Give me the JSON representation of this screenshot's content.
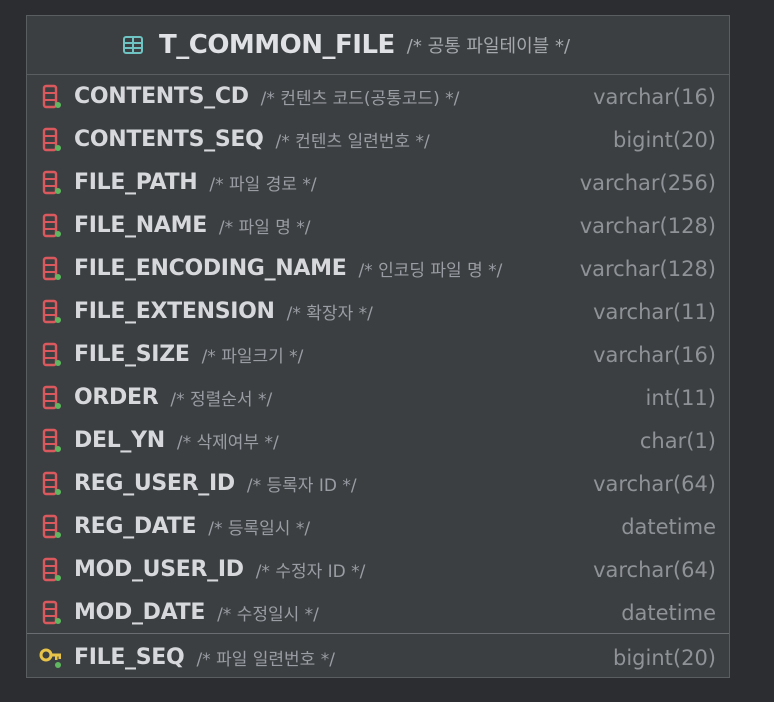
{
  "table": {
    "name": "T_COMMON_FILE",
    "comment": "/* 공통 파일테이블 */",
    "icon": "table-icon"
  },
  "columns": [
    {
      "name": "CONTENTS_CD",
      "comment": "/* 컨텐츠 코드(공통코드) */",
      "type": "varchar(16)",
      "icon": "column-icon"
    },
    {
      "name": "CONTENTS_SEQ",
      "comment": "/* 컨텐츠 일련번호 */",
      "type": "bigint(20)",
      "icon": "column-icon"
    },
    {
      "name": "FILE_PATH",
      "comment": "/* 파일 경로 */",
      "type": "varchar(256)",
      "icon": "column-icon"
    },
    {
      "name": "FILE_NAME",
      "comment": "/* 파일 명 */",
      "type": "varchar(128)",
      "icon": "column-icon"
    },
    {
      "name": "FILE_ENCODING_NAME",
      "comment": "/* 인코딩 파일 명 */",
      "type": "varchar(128)",
      "icon": "column-icon"
    },
    {
      "name": "FILE_EXTENSION",
      "comment": "/* 확장자 */",
      "type": "varchar(11)",
      "icon": "column-icon"
    },
    {
      "name": "FILE_SIZE",
      "comment": "/* 파일크기 */",
      "type": "varchar(16)",
      "icon": "column-icon"
    },
    {
      "name": "ORDER",
      "comment": "/* 정렬순서 */",
      "type": "int(11)",
      "icon": "column-icon"
    },
    {
      "name": "DEL_YN",
      "comment": "/* 삭제여부 */",
      "type": "char(1)",
      "icon": "column-icon"
    },
    {
      "name": "REG_USER_ID",
      "comment": "/* 등록자 ID */",
      "type": "varchar(64)",
      "icon": "column-icon"
    },
    {
      "name": "REG_DATE",
      "comment": "/* 등록일시 */",
      "type": "datetime",
      "icon": "column-icon"
    },
    {
      "name": "MOD_USER_ID",
      "comment": "/* 수정자 ID */",
      "type": "varchar(64)",
      "icon": "column-icon"
    },
    {
      "name": "MOD_DATE",
      "comment": "/* 수정일시 */",
      "type": "datetime",
      "icon": "column-icon"
    }
  ],
  "primary_key": {
    "name": "FILE_SEQ",
    "comment": "/* 파일 일련번호 */",
    "type": "bigint(20)",
    "icon": "primary-key-icon"
  },
  "colors": {
    "background": "#2b2d30",
    "box": "#3c3f41",
    "border": "#5b5e61",
    "column_icon": "#d9595f",
    "key_icon": "#e8c34a",
    "badge_green": "#5fb85f",
    "table_icon": "#6fc3c3"
  }
}
